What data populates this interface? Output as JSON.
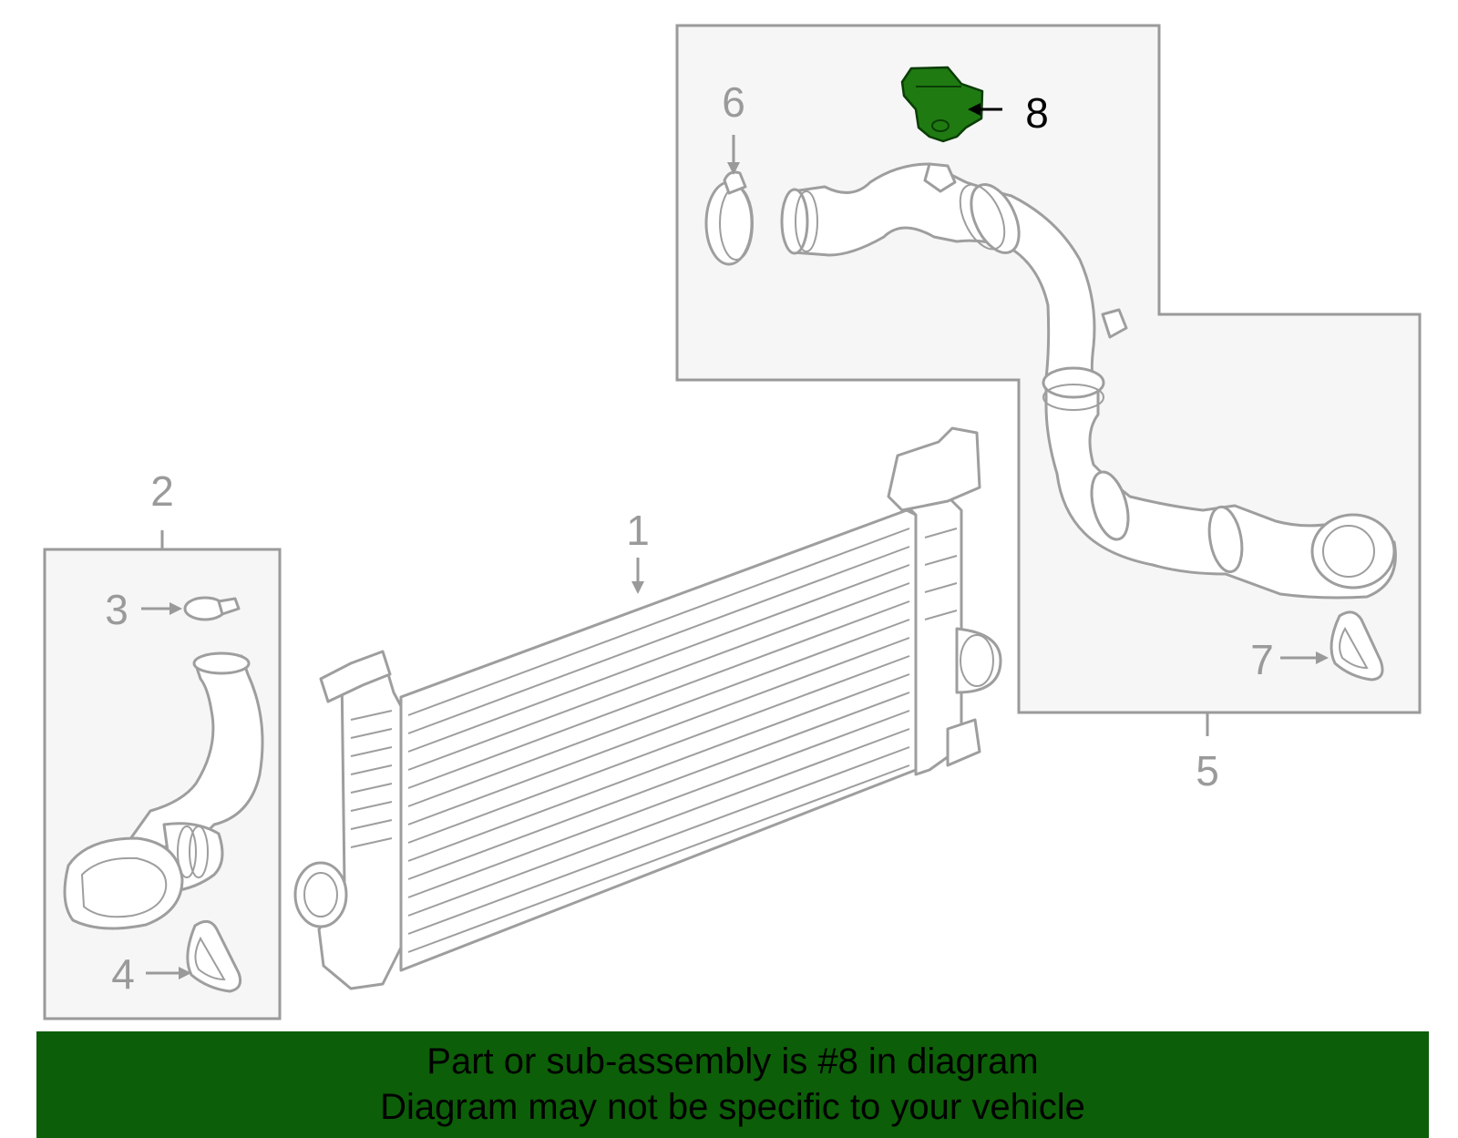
{
  "diagram": {
    "callouts": [
      {
        "id": "1",
        "label": "1"
      },
      {
        "id": "2",
        "label": "2"
      },
      {
        "id": "3",
        "label": "3"
      },
      {
        "id": "4",
        "label": "4"
      },
      {
        "id": "5",
        "label": "5"
      },
      {
        "id": "6",
        "label": "6"
      },
      {
        "id": "7",
        "label": "7"
      },
      {
        "id": "8",
        "label": "8"
      }
    ],
    "highlighted_part": "8",
    "colors": {
      "highlight": "#1f7a12",
      "banner": "#0d5e08",
      "line": "#9e9e9e",
      "group_fill": "#f6f6f6"
    }
  },
  "banner": {
    "line1": "Part or sub-assembly is #8 in diagram",
    "line2": "Diagram may not be specific to your vehicle"
  }
}
